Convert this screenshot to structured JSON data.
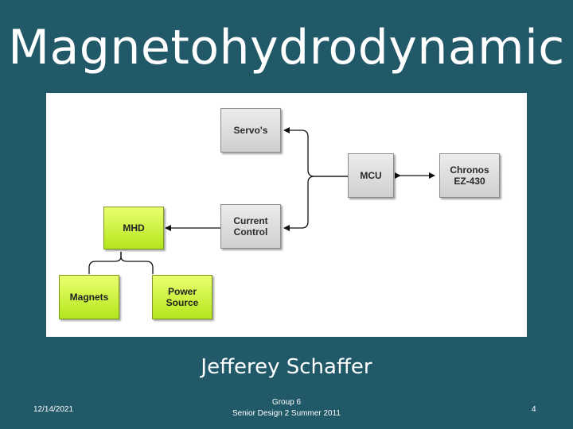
{
  "slide": {
    "title": "Magnetohydrodynamic",
    "presenter": "Jefferey Schaffer"
  },
  "diagram": {
    "blocks": {
      "servos": "Servo's",
      "mcu": "MCU",
      "chronos": "Chronos\nEZ-430",
      "current_control": "Current\nControl",
      "mhd": "MHD",
      "magnets": "Magnets",
      "power_source": "Power\nSource"
    },
    "colors": {
      "control_blocks": "#d9d9d9",
      "hardware_blocks": "#c8ef32"
    }
  },
  "footer": {
    "date": "12/14/2021",
    "group": "Group 6",
    "course": "Senior Design 2 Summer 2011",
    "page": "4"
  }
}
